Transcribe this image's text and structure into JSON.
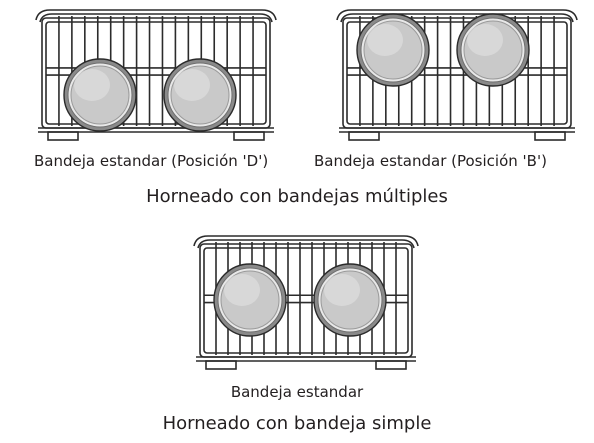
{
  "diagrams": [
    {
      "label": "Bandeja estandar (Posición 'D')",
      "pans": 2,
      "pan_position": "lower"
    },
    {
      "label": "Bandeja estandar (Posición 'B')",
      "pans": 2,
      "pan_position": "upper"
    },
    {
      "label": "Bandeja estandar",
      "pans": 2,
      "pan_position": "center"
    }
  ],
  "captions": {
    "multiple": "Horneado con bandejas múltiples",
    "single": "Horneado con bandeja simple"
  },
  "colors": {
    "wire": "#2b2b2b",
    "pan_rim": "#8a8a8a",
    "pan_face": "#c9c9c9",
    "text": "#231f20"
  }
}
